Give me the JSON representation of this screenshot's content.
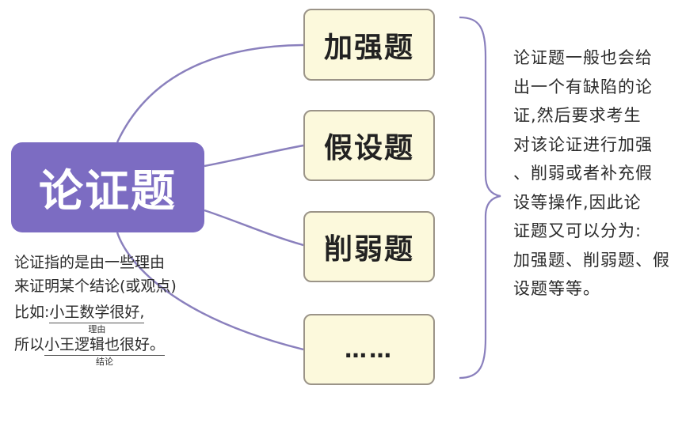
{
  "central": {
    "label": "论证题"
  },
  "branches": [
    {
      "label": "加强题"
    },
    {
      "label": "假设题"
    },
    {
      "label": "削弱题"
    },
    {
      "label": "……"
    }
  ],
  "definition": {
    "line1": "论证指的是由一些理由",
    "line2": "来证明某个结论(或观点)",
    "example1_prefix": "比如:",
    "example1_text": "小王数学很好,",
    "example1_sub": "理由",
    "example2_prefix": "所以",
    "example2_text": "小王逻辑也很好。",
    "example2_sub": "结论"
  },
  "description": {
    "lines": [
      "论证题一般也会给",
      "出一个有缺陷的论",
      "证,然后要求考生",
      "对该论证进行加强",
      "、削弱或者补充假",
      "设等操作,因此论",
      "证题又可以分为:",
      "加强题、削弱题、假",
      "设题等等。"
    ]
  },
  "colors": {
    "central_bg": "#7c6cc2",
    "branch_bg": "#fcf9dc",
    "branch_border": "#9b9488",
    "connector": "#8a80bd",
    "text": "#2b2b2b"
  }
}
